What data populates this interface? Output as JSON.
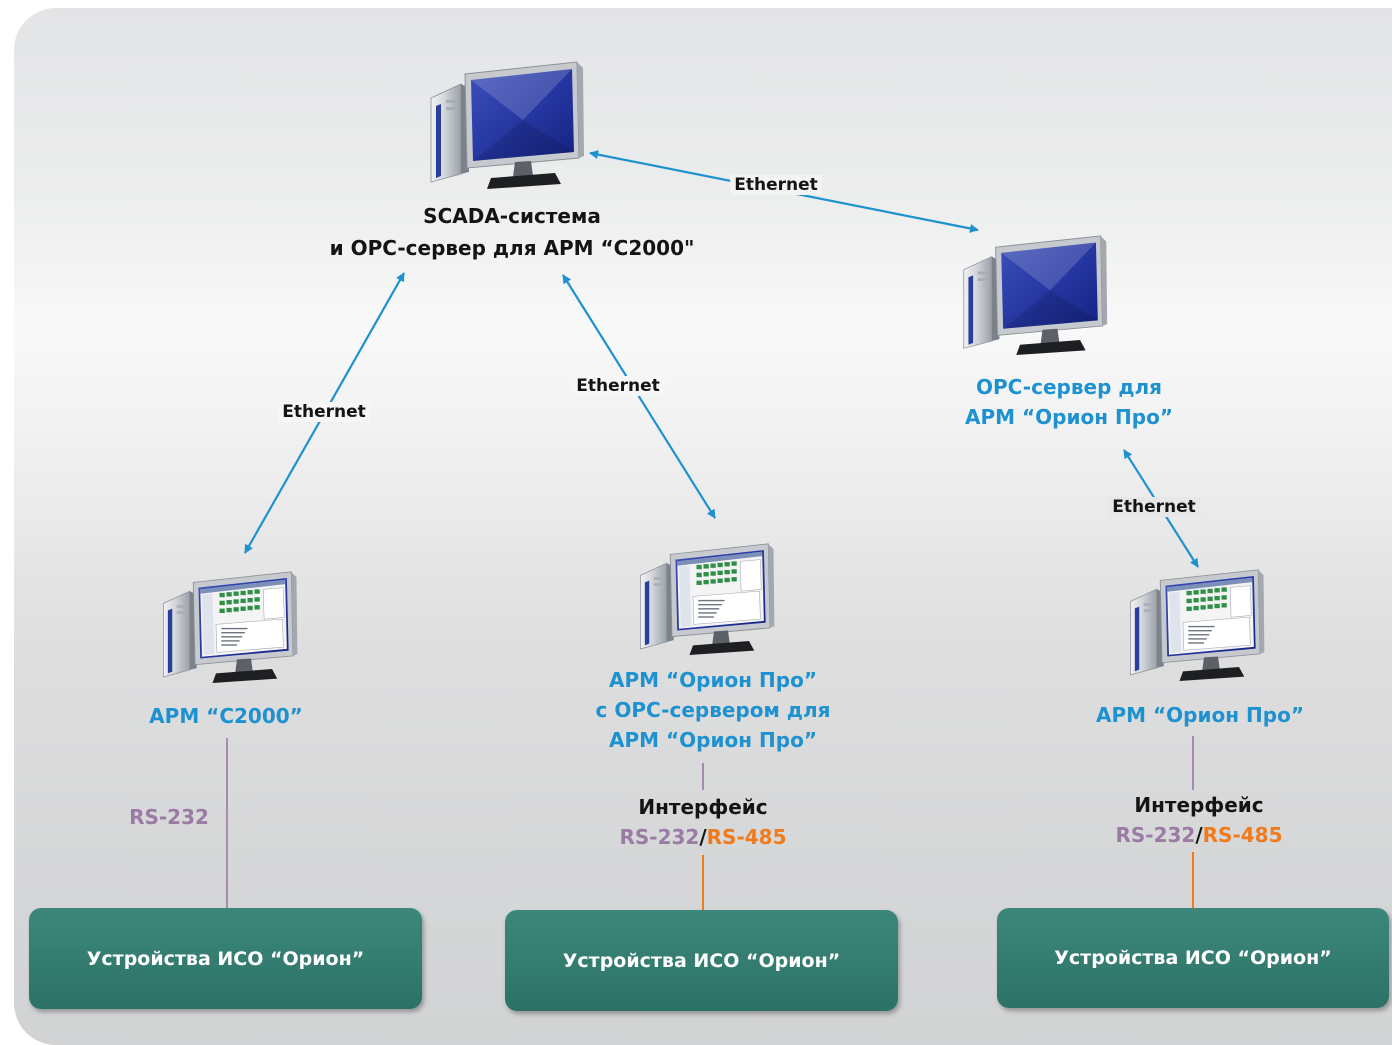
{
  "scada": {
    "title_line1": "SCADA-система",
    "title_line2": "и OPC-сервер для АРМ “С2000\""
  },
  "opc_server": {
    "title_line1": "OPC-сервер для",
    "title_line2": "АРМ “Орион Про”"
  },
  "arm_c2000": {
    "title": "АРМ “С2000”",
    "link": "RS-232"
  },
  "arm_orion_center": {
    "title_line1": "АРМ “Орион Про”",
    "title_line2": "с OPC-сервером для",
    "title_line3": "АРМ “Орион Про”",
    "interface_label": "Интерфейс",
    "rs232": "RS-232",
    "slash": "/",
    "rs485": "RS-485"
  },
  "arm_orion_right": {
    "title": "АРМ “Орион Про”",
    "interface_label": "Интерфейс",
    "rs232": "RS-232",
    "slash": "/",
    "rs485": "RS-485"
  },
  "links": {
    "scada_opc": "Ethernet",
    "scada_c2000": "Ethernet",
    "scada_orion": "Ethernet",
    "opc_orion": "Ethernet"
  },
  "devices": {
    "left": "Устройства ИСО “Орион”",
    "center": "Устройства ИСО “Орион”",
    "right": "Устройства ИСО “Орион”"
  },
  "colors": {
    "ethernet_arrow": "#1e92d0",
    "rs232_line": "#a68bb0",
    "rs485_line": "#f07b1c",
    "device_box": "#347c70",
    "node_title": "#1e92d0"
  }
}
